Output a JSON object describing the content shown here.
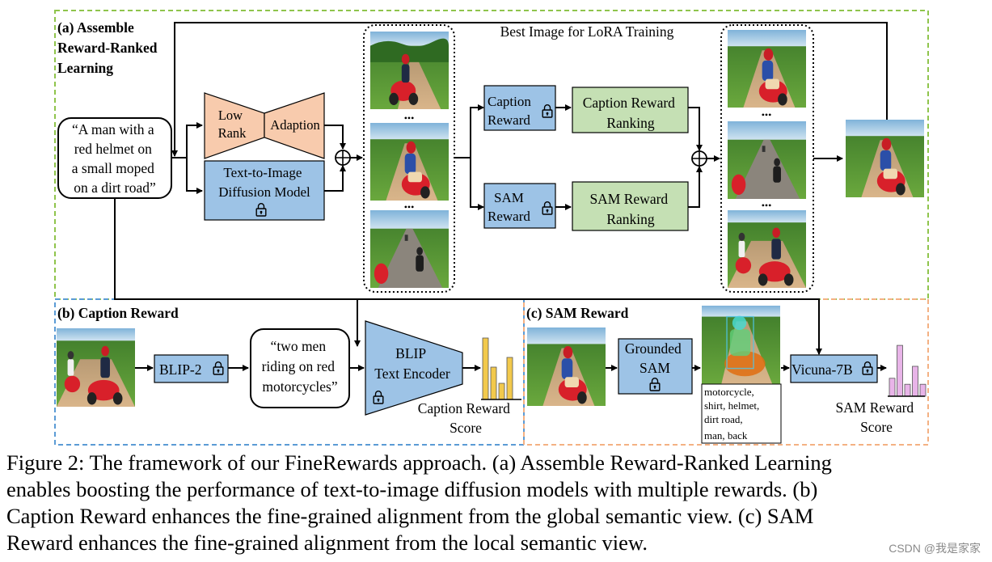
{
  "panels": {
    "a_title": [
      "(a) Assemble",
      "Reward-Ranked",
      "Learning"
    ],
    "b_title": "(b) Caption Reward",
    "c_title": "(c) SAM Reward"
  },
  "prompt": [
    "“A man with a",
    "red helmet on",
    "a small moped",
    "on a dirt road”"
  ],
  "lora": {
    "left": [
      "Low",
      "Rank"
    ],
    "right": "Adaption"
  },
  "diffusion": [
    "Text-to-Image",
    "Diffusion Model"
  ],
  "best_image_label": "Best Image for LoRA Training",
  "caption_reward_box": [
    "Caption",
    "Reward"
  ],
  "sam_reward_box": [
    "SAM",
    "Reward"
  ],
  "caption_ranking": [
    "Caption Reward",
    "Ranking"
  ],
  "sam_ranking": [
    "SAM Reward",
    "Ranking"
  ],
  "ellipsis": "•••",
  "blip2": "BLIP-2",
  "generated_caption": [
    "“two men",
    "riding on red",
    "motorcycles”"
  ],
  "blip_encoder": [
    "BLIP",
    "Text Encoder"
  ],
  "caption_score": [
    "Caption Reward",
    "Score"
  ],
  "grounded_sam": [
    "Grounded",
    "SAM"
  ],
  "tags": [
    "motorcycle,",
    "shirt, helmet,",
    "dirt road,",
    "man, back"
  ],
  "vicuna": "Vicuna-7B",
  "sam_score": [
    "SAM Reward",
    "Score"
  ],
  "figure_caption": [
    "Figure 2: The framework of our FineRewards approach. (a) Assemble Reward-Ranked Learning",
    "enables boosting the performance of text-to-image diffusion models with multiple rewards. (b)",
    "Caption Reward enhances the fine-grained alignment from the global semantic view. (c) SAM",
    "Reward enhances the fine-grained alignment from the local semantic view."
  ],
  "watermark": "CSDN @我是家家",
  "colors": {
    "blue_box": "#9dc3e6",
    "green_box": "#c5e0b4",
    "salmon_box": "#f8cbad",
    "green_border": "#8fc44c",
    "blue_border": "#5b9bd5",
    "orange_border": "#f4b183",
    "bar_yellow": "#f2c94c",
    "bar_pink": "#e8b4e8"
  },
  "chart_data": [
    {
      "type": "bar",
      "name": "caption-reward-score-bars",
      "values": [
        0.95,
        0.5,
        0.25,
        0.65
      ]
    },
    {
      "type": "bar",
      "name": "sam-reward-score-bars",
      "values": [
        0.3,
        0.85,
        0.2,
        0.5,
        0.2
      ]
    }
  ]
}
